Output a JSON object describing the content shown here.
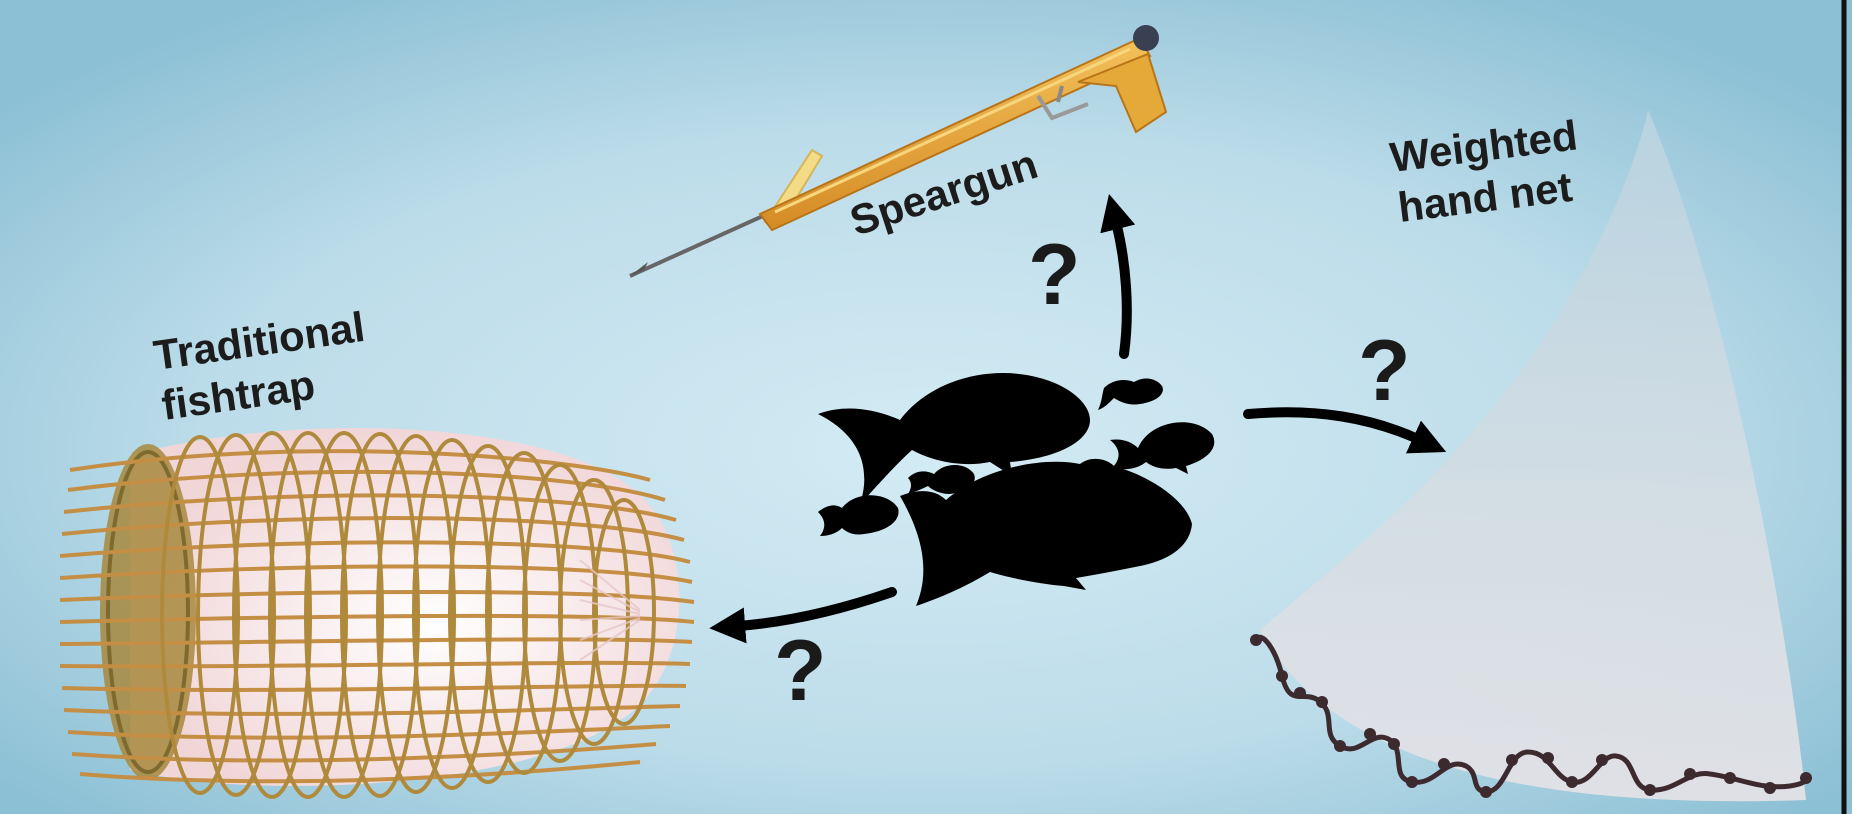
{
  "labels": {
    "speargun": "Speargun",
    "hand_net_line1": "Weighted",
    "hand_net_line2": "hand net",
    "fishtrap_line1": "Traditional",
    "fishtrap_line2": "fishtrap"
  },
  "question_marks": {
    "to_speargun": "?",
    "to_hand_net": "?",
    "to_fishtrap": "?"
  },
  "colors": {
    "background_center": "#cfe8f2",
    "background_edge": "#8dc1d6",
    "speargun_barrel": "#e2a23a",
    "fishtrap_wicker": "#c48f45",
    "net_fill": "#d8dde3",
    "net_weights": "#3d2a2e",
    "fish": "#000000",
    "arrows": "#000000"
  },
  "icons": [
    "speargun-icon",
    "fishtrap-icon",
    "hand-net-icon",
    "fish-group-icon",
    "arrow-icon"
  ]
}
